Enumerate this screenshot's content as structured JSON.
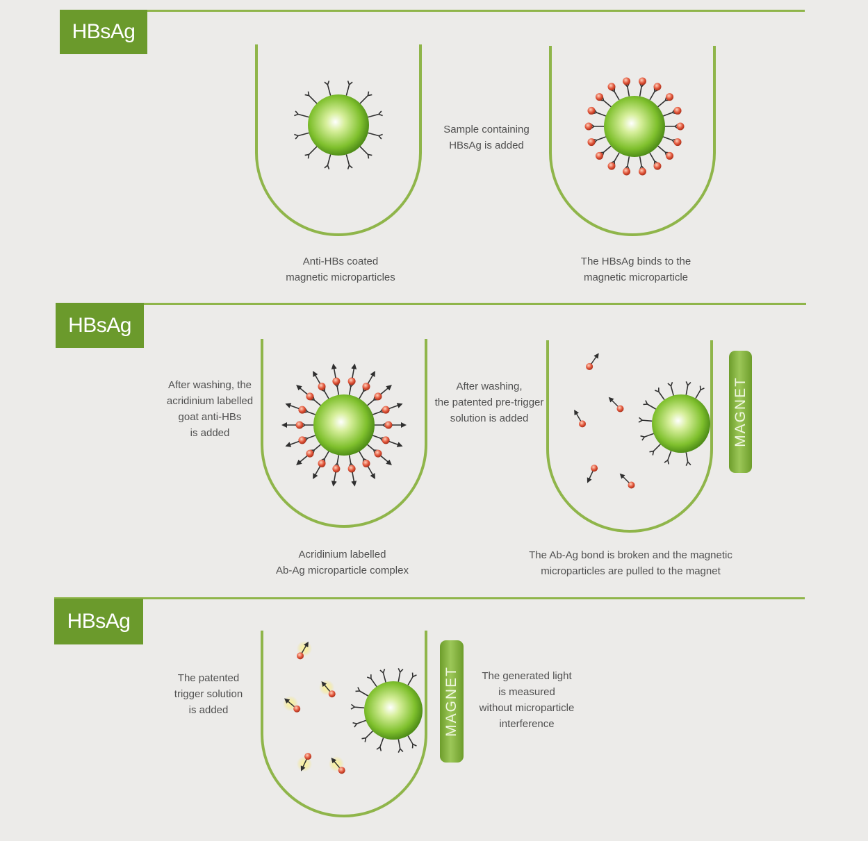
{
  "panels": [
    {
      "heading": "HBsAg",
      "captions": {
        "middle": "Sample containing\nHBsAg is added",
        "left_bottom": "Anti-HBs coated\nmagnetic microparticles",
        "right_bottom": "The HBsAg binds to the\nmagnetic microparticle"
      }
    },
    {
      "heading": "HBsAg",
      "captions": {
        "left_side": "After washing, the\nacridinium labelled\ngoat anti-HBs\nis added",
        "middle": "After washing,\nthe patented pre-trigger\nsolution is added",
        "left_bottom": "Acridinium labelled\nAb-Ag microparticle complex",
        "right_bottom": "The Ab-Ag bond is broken and the magnetic\nmicroparticles are pulled to the magnet"
      },
      "magnet_label": "MAGNET"
    },
    {
      "heading": "HBsAg",
      "captions": {
        "left_side": "The patented\ntrigger solution\nis added",
        "right_side": "The generated light\nis measured\nwithout microparticle\ninterference"
      },
      "magnet_label": "MAGNET"
    }
  ],
  "colors": {
    "accent_green": "#6b9a2c",
    "line_green": "#8fb54a",
    "antigen_red": "#e2553a",
    "antibody_dark": "#2f2f2f",
    "light_glow": "#f5e25a"
  }
}
